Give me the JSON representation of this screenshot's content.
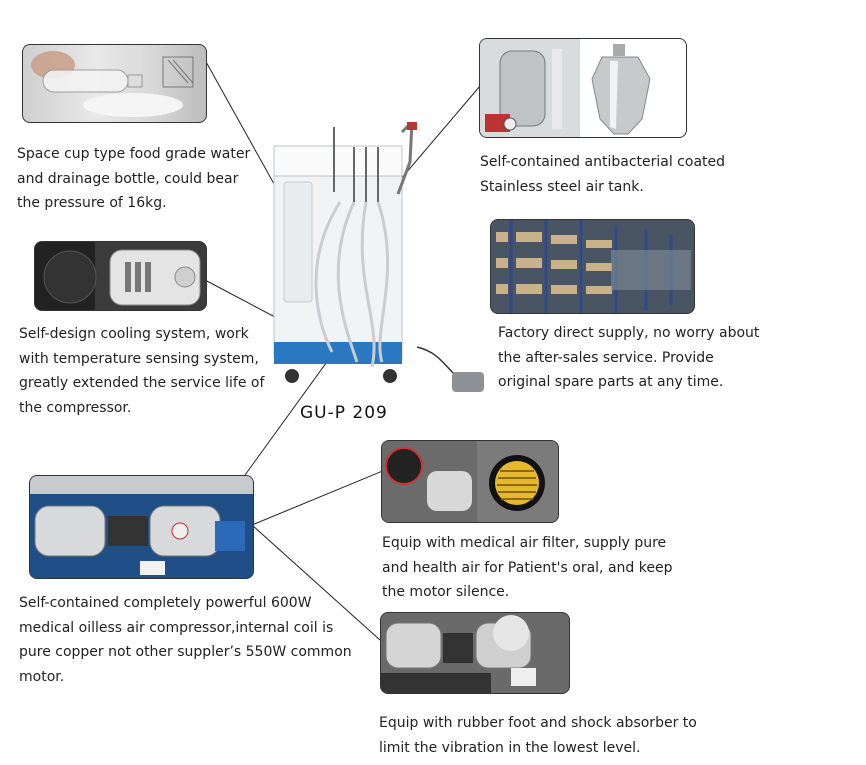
{
  "model_label": "GU-P  209",
  "features": [
    {
      "id": "water-bottle",
      "caption": "Space cup type food grade water\nand drainage bottle, could bear\nthe pressure of 16kg."
    },
    {
      "id": "air-tank",
      "caption": "Self-contained antibacterial coated\nStainless steel air tank."
    },
    {
      "id": "cooling-system",
      "caption": "Self-design cooling system, work\nwith temperature sensing system,\ngreatly extended the service life of\nthe compressor."
    },
    {
      "id": "factory",
      "caption": "Factory direct supply, no worry about\nthe after-sales service. Provide\noriginal spare parts at any time."
    },
    {
      "id": "compressor",
      "caption": "Self-contained completely powerful 600W\nmedical oilless air compressor,internal coil is\npure copper not other suppler’s 550W common\nmotor."
    },
    {
      "id": "air-filter",
      "caption": "Equip with medical air filter, supply  pure\nand health air for Patient's oral, and keep\nthe motor silence."
    },
    {
      "id": "rubber-foot",
      "caption": "Equip with rubber foot and shock absorber to\nlimit the vibration in the lowest level."
    }
  ]
}
